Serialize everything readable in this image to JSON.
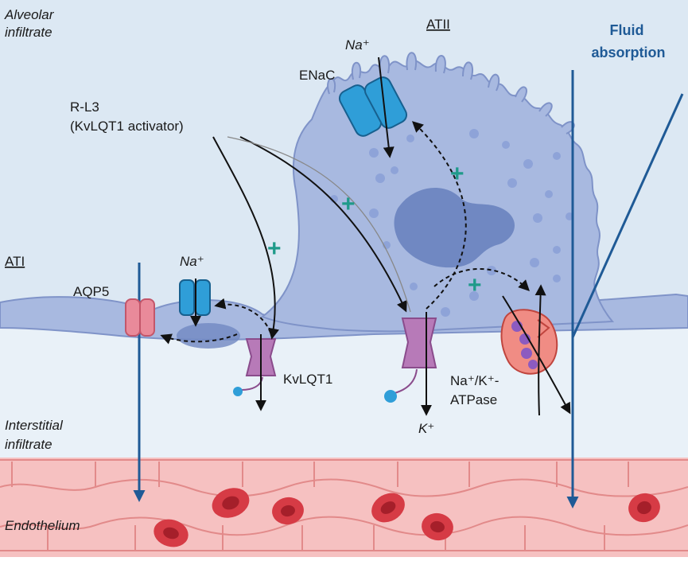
{
  "regions": {
    "alveolar": [
      "Alveolar",
      "infiltrate"
    ],
    "interstitial": [
      "Interstitial",
      "infiltrate"
    ],
    "endothelium": "Endothelium"
  },
  "cells": {
    "atii": "ATII",
    "ati": "ATI"
  },
  "labels": {
    "fluid_absorption": [
      "Fluid",
      "absorption"
    ],
    "enac": "ENaC",
    "drug": [
      "R-L3",
      "(KvLQT1 activator)"
    ],
    "aqp5": "AQP5",
    "kvlqt1": "KvLQT1",
    "pump": [
      "Na⁺/K⁺-",
      "ATPase"
    ],
    "na_top": "Na⁺",
    "na_ati": "Na⁺",
    "k_ion": "K⁺",
    "plus": "+"
  },
  "colors": {
    "alveolar_bg": "#dce8f3",
    "interstitial_bg": "#e9f1f8",
    "cell_fill": "#a8b9e0",
    "cell_stroke": "#7f93c8",
    "nucleus": "#7088c2",
    "dots": "#8ea3d8",
    "endothelium": "#f6c1c1",
    "endo_stroke": "#e28a8a",
    "rbc": "#d63b45",
    "rbc_center": "#a51f2a",
    "flow_arrow": "#1f5a96",
    "enac": "#2f9ed8",
    "kvlqt1": "#b77ab8",
    "aqp5": "#e98a9a",
    "pump": "#f08c84",
    "plus": "#1f9a8a"
  }
}
